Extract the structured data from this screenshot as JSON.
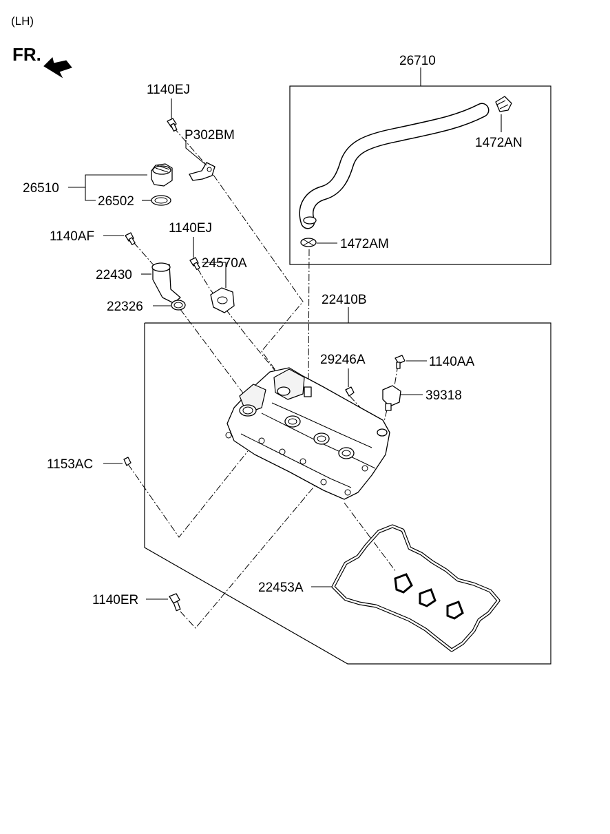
{
  "header": {
    "side": "(LH)",
    "direction": "FR."
  },
  "callouts": {
    "p26710": "26710",
    "p1472AN": "1472AN",
    "p1472AM": "1472AM",
    "p1140EJ_top": "1140EJ",
    "pP302BM": "P302BM",
    "p26510": "26510",
    "p26502": "26502",
    "p1140AF": "1140AF",
    "p1140EJ_mid": "1140EJ",
    "p24570A": "24570A",
    "p22430": "22430",
    "p22326": "22326",
    "p22410B": "22410B",
    "p29246A": "29246A",
    "p1140AA": "1140AA",
    "p39318": "39318",
    "p1153AC": "1153AC",
    "p22453A": "22453A",
    "p1140ER": "1140ER"
  },
  "icons": {
    "direction_arrow": "arrow-icon"
  }
}
